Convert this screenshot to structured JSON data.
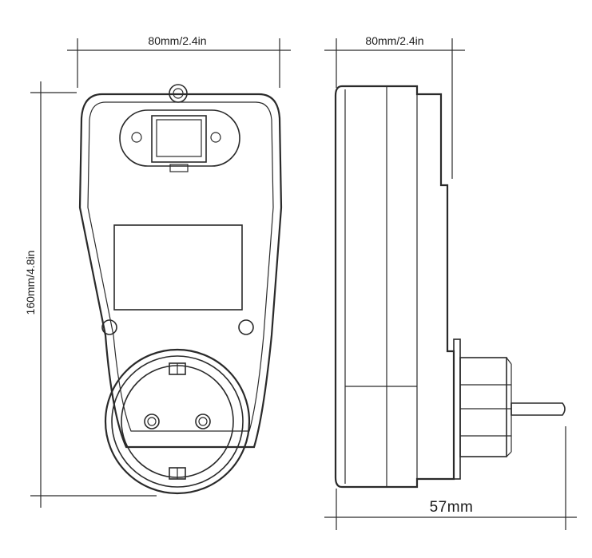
{
  "dimensions": {
    "front_width": "80mm/2.4in",
    "side_width": "80mm/2.4in",
    "height": "160mm/4.8in",
    "depth": "57mm"
  }
}
